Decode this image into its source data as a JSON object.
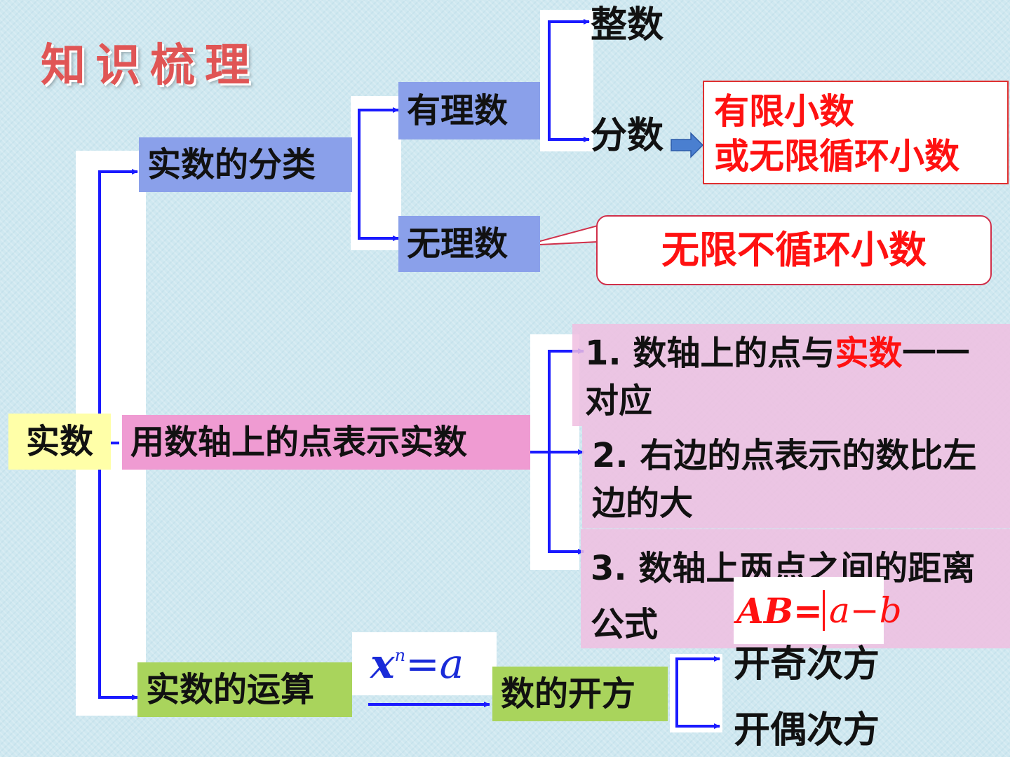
{
  "title": "知识梳理",
  "root": "实数",
  "branches": {
    "classification": "实数的分类",
    "number_line": "用数轴上的点表示实数",
    "operations": "实数的运算"
  },
  "classification": {
    "rational": "有理数",
    "irrational": "无理数",
    "integer": "整数",
    "fraction": "分数",
    "fraction_desc_line1": "有限小数",
    "fraction_desc_line2": "或无限循环小数",
    "irrational_desc": "无限不循环小数"
  },
  "number_line_items": {
    "item1_before": "1. 数轴上的点与",
    "item1_highlight": "实数",
    "item1_after": "一一对应",
    "item2": "2. 右边的点表示的数比左边的大",
    "item3": "3. 数轴上两点之间的距离公式",
    "formula_lhs": "AB=",
    "formula_abs": "a−b"
  },
  "operations": {
    "formula_base": "x",
    "formula_exp": "n",
    "formula_rhs": "=a",
    "root_extraction": "数的开方",
    "odd_root": "开奇次方",
    "even_root": "开偶次方"
  },
  "colors": {
    "connector": "#1a1aff",
    "highlight_red": "#ff1111",
    "blue_box": "#8aa0ea",
    "pink_box": "#ef9bd2",
    "green_box": "#a9d45c",
    "yellow_box": "#ffffa8"
  }
}
